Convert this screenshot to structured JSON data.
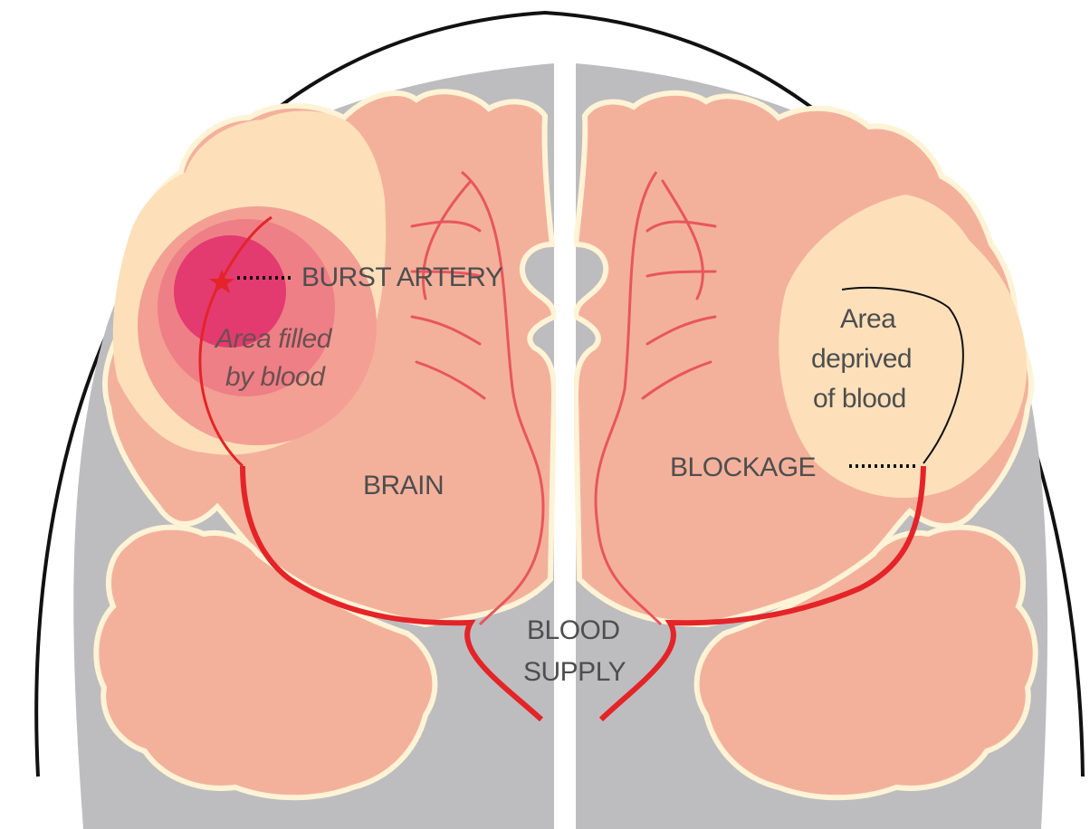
{
  "labels": {
    "burst_artery": "BURST ARTERY",
    "area_filled_line1": "Area filled",
    "area_filled_line2": "by blood",
    "brain": "BRAIN",
    "blockage": "BLOCKAGE",
    "area_deprived_line1": "Area",
    "area_deprived_line2": "deprived",
    "area_deprived_line3": "of blood",
    "blood_supply_line1": "BLOOD",
    "blood_supply_line2": "SUPPLY"
  },
  "colors": {
    "skull_fill": "#bdbdbf",
    "brain_tissue": "#f3b19c",
    "brain_outline": "#fff3d6",
    "deprived_area": "#fde0ba",
    "bleed_outer": "#f39f93",
    "bleed_mid": "#ee7f86",
    "bleed_core": "#e33a70",
    "artery": "#e42428",
    "minor_vessel": "#e8565d",
    "outline": "#111111"
  }
}
